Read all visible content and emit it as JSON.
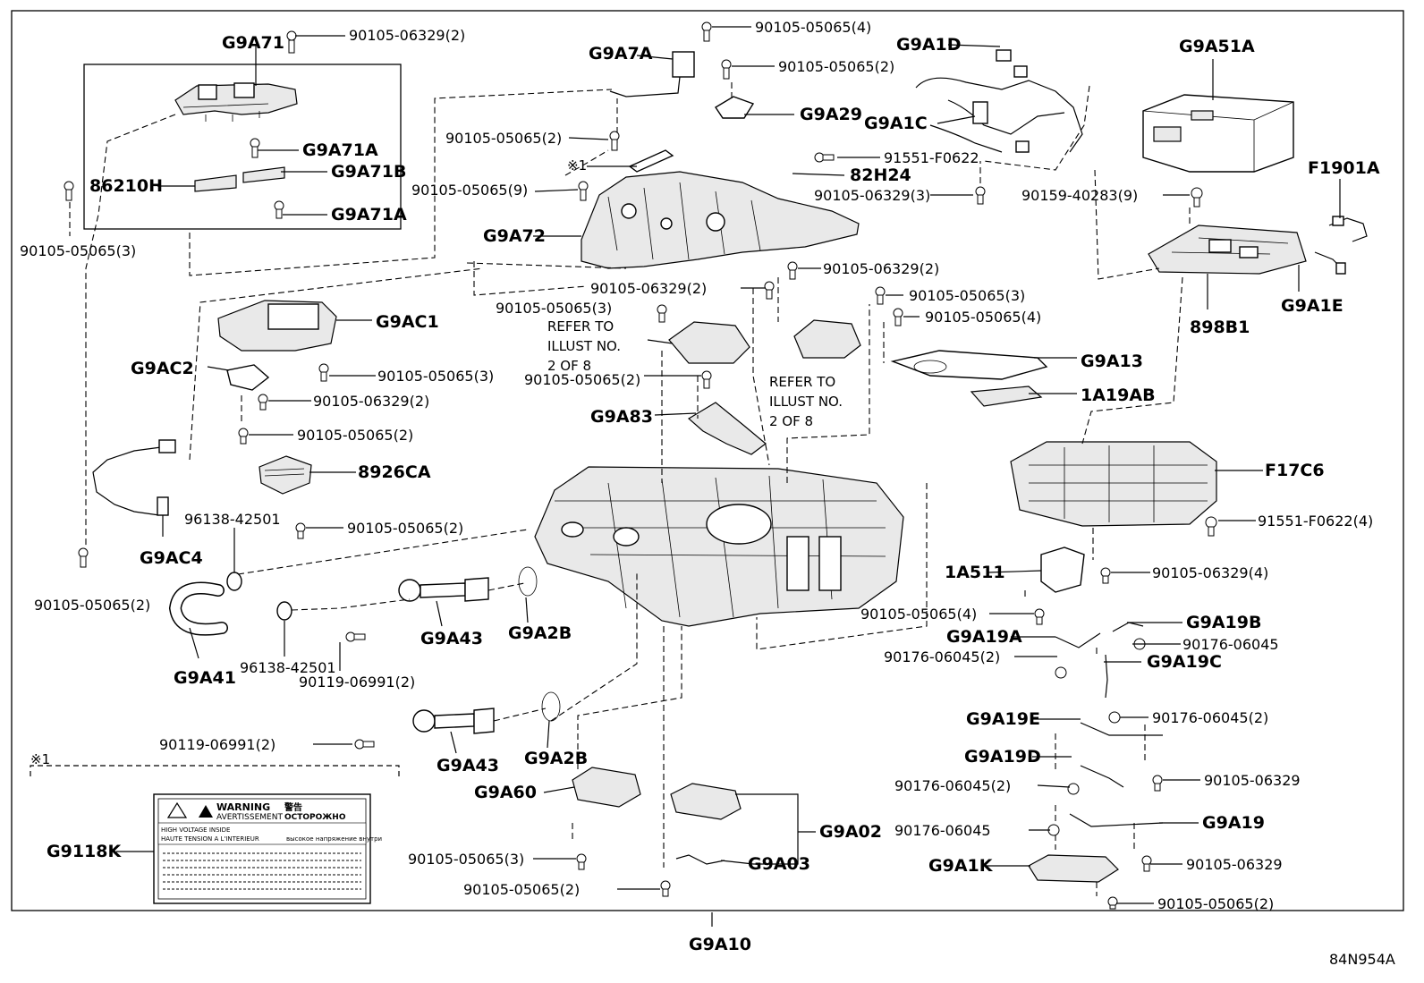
{
  "diagram_code": "84N954A",
  "main_assembly": "G9A10",
  "warning_label": {
    "part": "G9118K",
    "marker": "※1",
    "lines": [
      "WARNING",
      "AVERTISSEMENT",
      "警告",
      "ОСТОРОЖНО",
      "HIGH VOLTAGE INSIDE",
      "HAUTE TENSION A L'INTERIEUR",
      "высокое напряжение внутри"
    ]
  },
  "notes": {
    "marker": "※1",
    "refer_a": [
      "REFER TO",
      "ILLUST NO.",
      "2 OF 8"
    ],
    "refer_b": [
      "REFER TO",
      "ILLUST NO.",
      "2 OF 8"
    ]
  },
  "callouts": [
    "G9A71",
    "90105-06329(2)",
    "G9A71A",
    "G9A71B",
    "86210H",
    "G9A71A",
    "90105-05065(3)",
    "G9A7A",
    "90105-05065(4)",
    "90105-05065(2)",
    "G9A29",
    "90105-05065(2)",
    "90105-05065(9)",
    "G9A72",
    "G9A1D",
    "G9A1C",
    "91551-F0622",
    "82H24",
    "90105-06329(3)",
    "G9A51A",
    "F1901A",
    "90159-40283(9)",
    "G9A1E",
    "898B1",
    "90105-06329(2)",
    "90105-06329(2)",
    "90105-05065(3)",
    "90105-05065(3)",
    "90105-05065(4)",
    "90105-05065(2)",
    "G9A83",
    "G9A13",
    "1A19AB",
    "G9AC1",
    "G9AC2",
    "90105-05065(3)",
    "90105-06329(2)",
    "90105-05065(2)",
    "8926CA",
    "90105-05065(2)",
    "G9AC4",
    "90105-05065(2)",
    "96138-42501",
    "96138-42501",
    "G9A41",
    "90119-06991(2)",
    "G9A43",
    "G9A2B",
    "90119-06991(2)",
    "G9A43",
    "G9A2B",
    "G9A60",
    "90105-05065(3)",
    "90105-05065(2)",
    "G9A02",
    "G9A03",
    "F17C6",
    "91551-F0622(4)",
    "1A511",
    "90105-06329(4)",
    "90105-05065(4)",
    "G9A19A",
    "G9A19B",
    "90176-06045(2)",
    "90176-06045",
    "G9A19C",
    "G9A19E",
    "90176-06045(2)",
    "G9A19D",
    "90105-06329",
    "90176-06045(2)",
    "90176-06045",
    "G9A19",
    "G9A1K",
    "90105-06329",
    "90105-05065(2)"
  ]
}
